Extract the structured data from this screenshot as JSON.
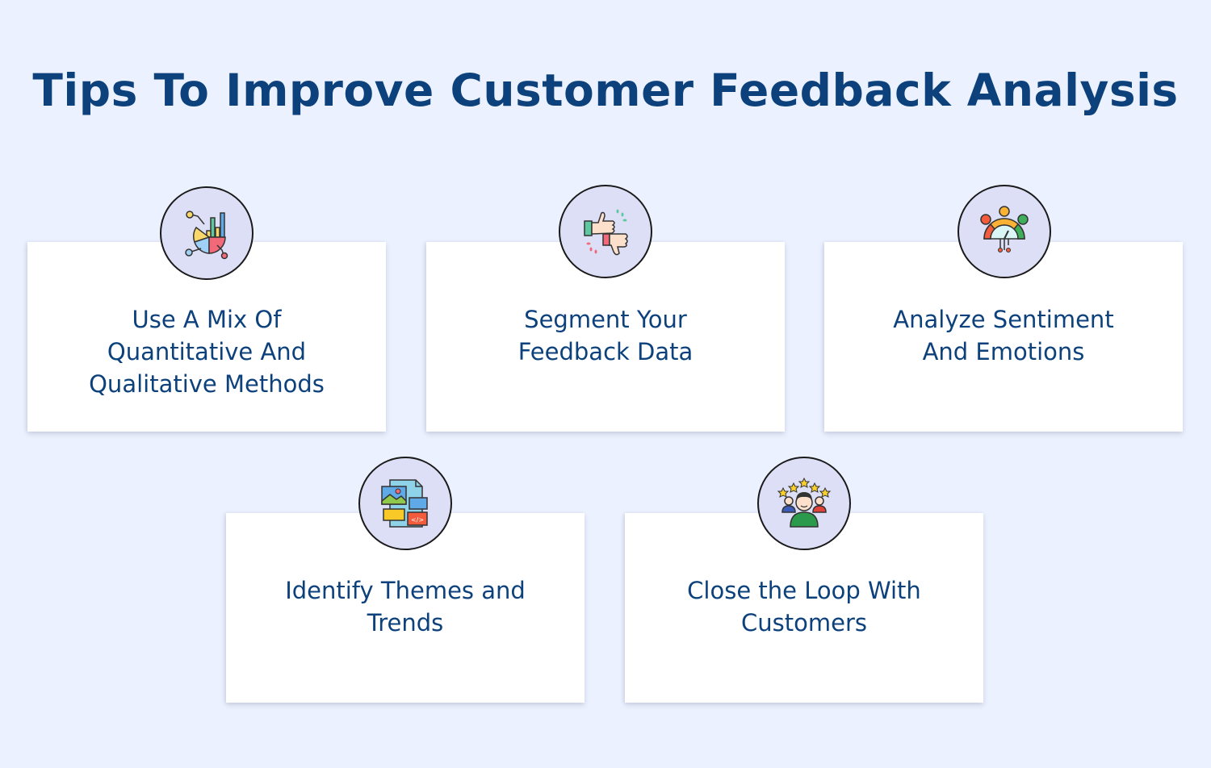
{
  "page": {
    "title": "Tips To Improve Customer Feedback Analysis",
    "background_color": "#ebf1fe",
    "title_color": "#0d417c"
  },
  "tips": [
    {
      "label": "Use A Mix Of\nQuantitative And\nQualitative Methods",
      "icon": "chart-analysis-icon"
    },
    {
      "label": "Segment Your\nFeedback Data",
      "icon": "thumbs-up-down-icon"
    },
    {
      "label": "Analyze Sentiment\nAnd Emotions",
      "icon": "sentiment-meter-icon"
    },
    {
      "label": "Identify Themes and\nTrends",
      "icon": "document-layout-icon"
    },
    {
      "label": "Close the Loop With\nCustomers",
      "icon": "customer-rating-icon"
    }
  ]
}
